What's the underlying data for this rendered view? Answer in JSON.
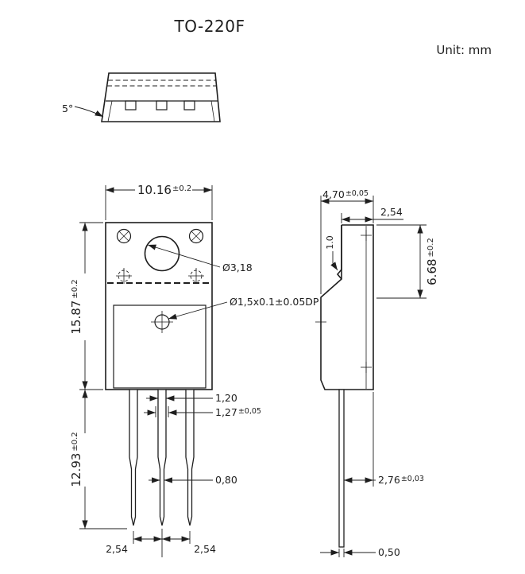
{
  "page": {
    "title": "TO-220F",
    "unit_note": "Unit: mm"
  },
  "top_view": {
    "draft_angle": "5°"
  },
  "front_view": {
    "body_width": "10.16",
    "body_width_tol": "±0.2",
    "body_height": "15.87",
    "body_height_tol": "±0.2",
    "lead_length": "12.93",
    "lead_length_tol": "±0.2",
    "mounting_hole_dia": "Ø3,18",
    "dimple_spec": "Ø1,5x0.1±0.05DP",
    "lead_width": "1,20",
    "lead_base_width": "1,27",
    "lead_base_width_tol": "±0,05",
    "lead_tip_width": "0,80",
    "pitch_left": "2,54",
    "pitch_right": "2,54"
  },
  "side_view": {
    "total_thickness": "4,70",
    "total_thickness_tol": "±0,05",
    "upper_thickness": "2,54",
    "step_depth": "1.0",
    "upper_height": "6.68",
    "upper_height_tol": "±0.2",
    "lead_setback": "2,76",
    "lead_setback_tol": "±0,03",
    "lead_thickness": "0,50"
  }
}
